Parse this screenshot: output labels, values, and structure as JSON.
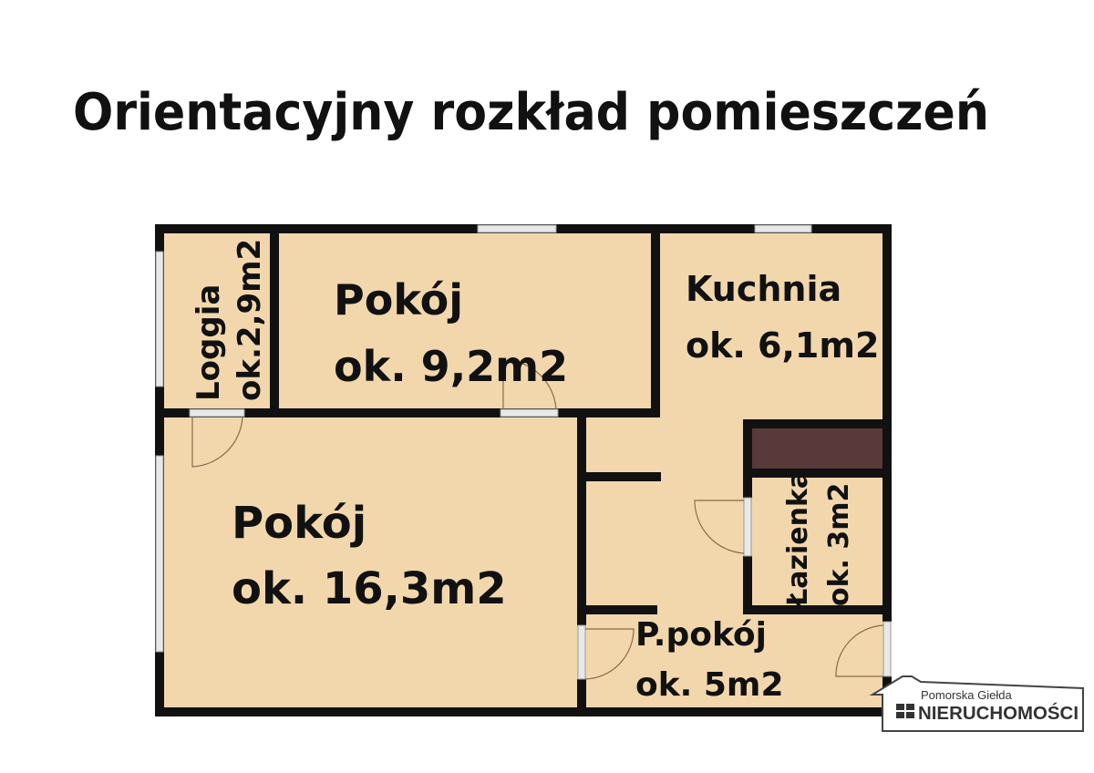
{
  "title": "Orientacyjny rozkład pomieszczeń",
  "colors": {
    "floor": "#f2d7ad",
    "wall": "#111111",
    "shaft": "#5a393b"
  },
  "rooms": [
    {
      "name": "Loggia",
      "area": "ok.2,9m2"
    },
    {
      "name": "Pokój",
      "area": "ok. 9,2m2"
    },
    {
      "name": "Kuchnia",
      "area": "ok. 6,1m2"
    },
    {
      "name": "Pokój",
      "area": "ok. 16,3m2"
    },
    {
      "name": "Łazienka",
      "area": "ok. 3m2"
    },
    {
      "name": "P.pokój",
      "area": "ok. 5m2"
    }
  ],
  "logo": {
    "line1": "Pomorska Giełda",
    "line2": "NIERUCHOMOŚCI"
  }
}
